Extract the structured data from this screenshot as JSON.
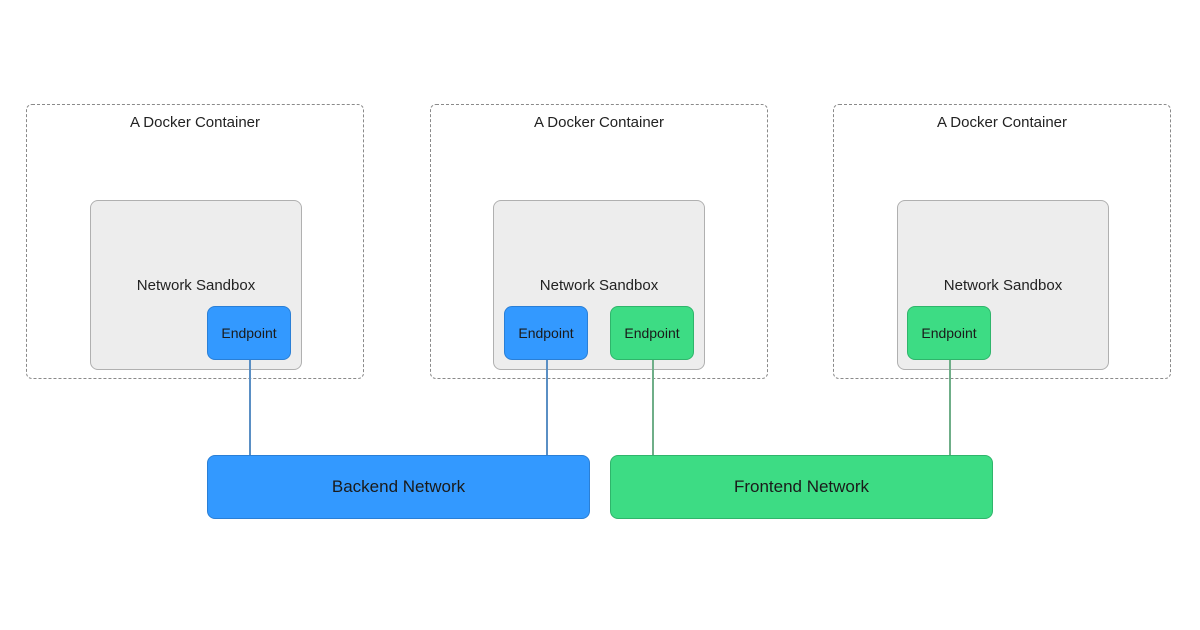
{
  "containers": [
    {
      "title": "A Docker Container",
      "sandbox": {
        "title": "Network Sandbox"
      },
      "endpoints": [
        {
          "label": "Endpoint",
          "network": "backend"
        }
      ]
    },
    {
      "title": "A Docker Container",
      "sandbox": {
        "title": "Network Sandbox"
      },
      "endpoints": [
        {
          "label": "Endpoint",
          "network": "backend"
        },
        {
          "label": "Endpoint",
          "network": "frontend"
        }
      ]
    },
    {
      "title": "A Docker Container",
      "sandbox": {
        "title": "Network Sandbox"
      },
      "endpoints": [
        {
          "label": "Endpoint",
          "network": "frontend"
        }
      ]
    }
  ],
  "networks": {
    "backend": {
      "label": "Backend Network",
      "color": "#3399ff"
    },
    "frontend": {
      "label": "Frontend Network",
      "color": "#3ddc84"
    }
  }
}
